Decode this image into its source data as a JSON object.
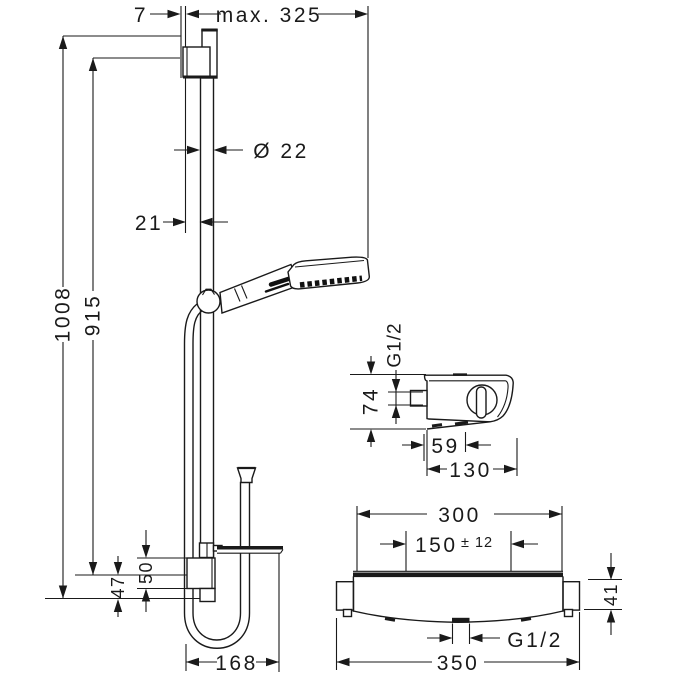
{
  "drawing": {
    "background": "#ffffff",
    "line_color": "#1a1a1a",
    "type": "technical dimension drawing - shower set with wall bar, hand shower and thermostat"
  },
  "main_view": {
    "dim_top_offset": "7",
    "dim_max_reach": "max. 325",
    "dim_rail_diameter": "Ø 22",
    "dim_wall_gap": "21",
    "dim_overall_height": "1008",
    "dim_rail_height": "915",
    "dim_lower_gap": "47",
    "dim_slider_height": "50",
    "dim_bottom_depth": "168"
  },
  "thermostat_side_view": {
    "dim_thread": "G1/2",
    "dim_height": "74",
    "dim_handle_depth": "59",
    "dim_total_depth": "130"
  },
  "thermostat_front_view": {
    "dim_body_width": "300",
    "dim_inlet_spacing": "150",
    "dim_inlet_tolerance": "± 12",
    "dim_body_height": "41",
    "dim_outlet_thread": "G1/2",
    "dim_total_width": "350"
  }
}
